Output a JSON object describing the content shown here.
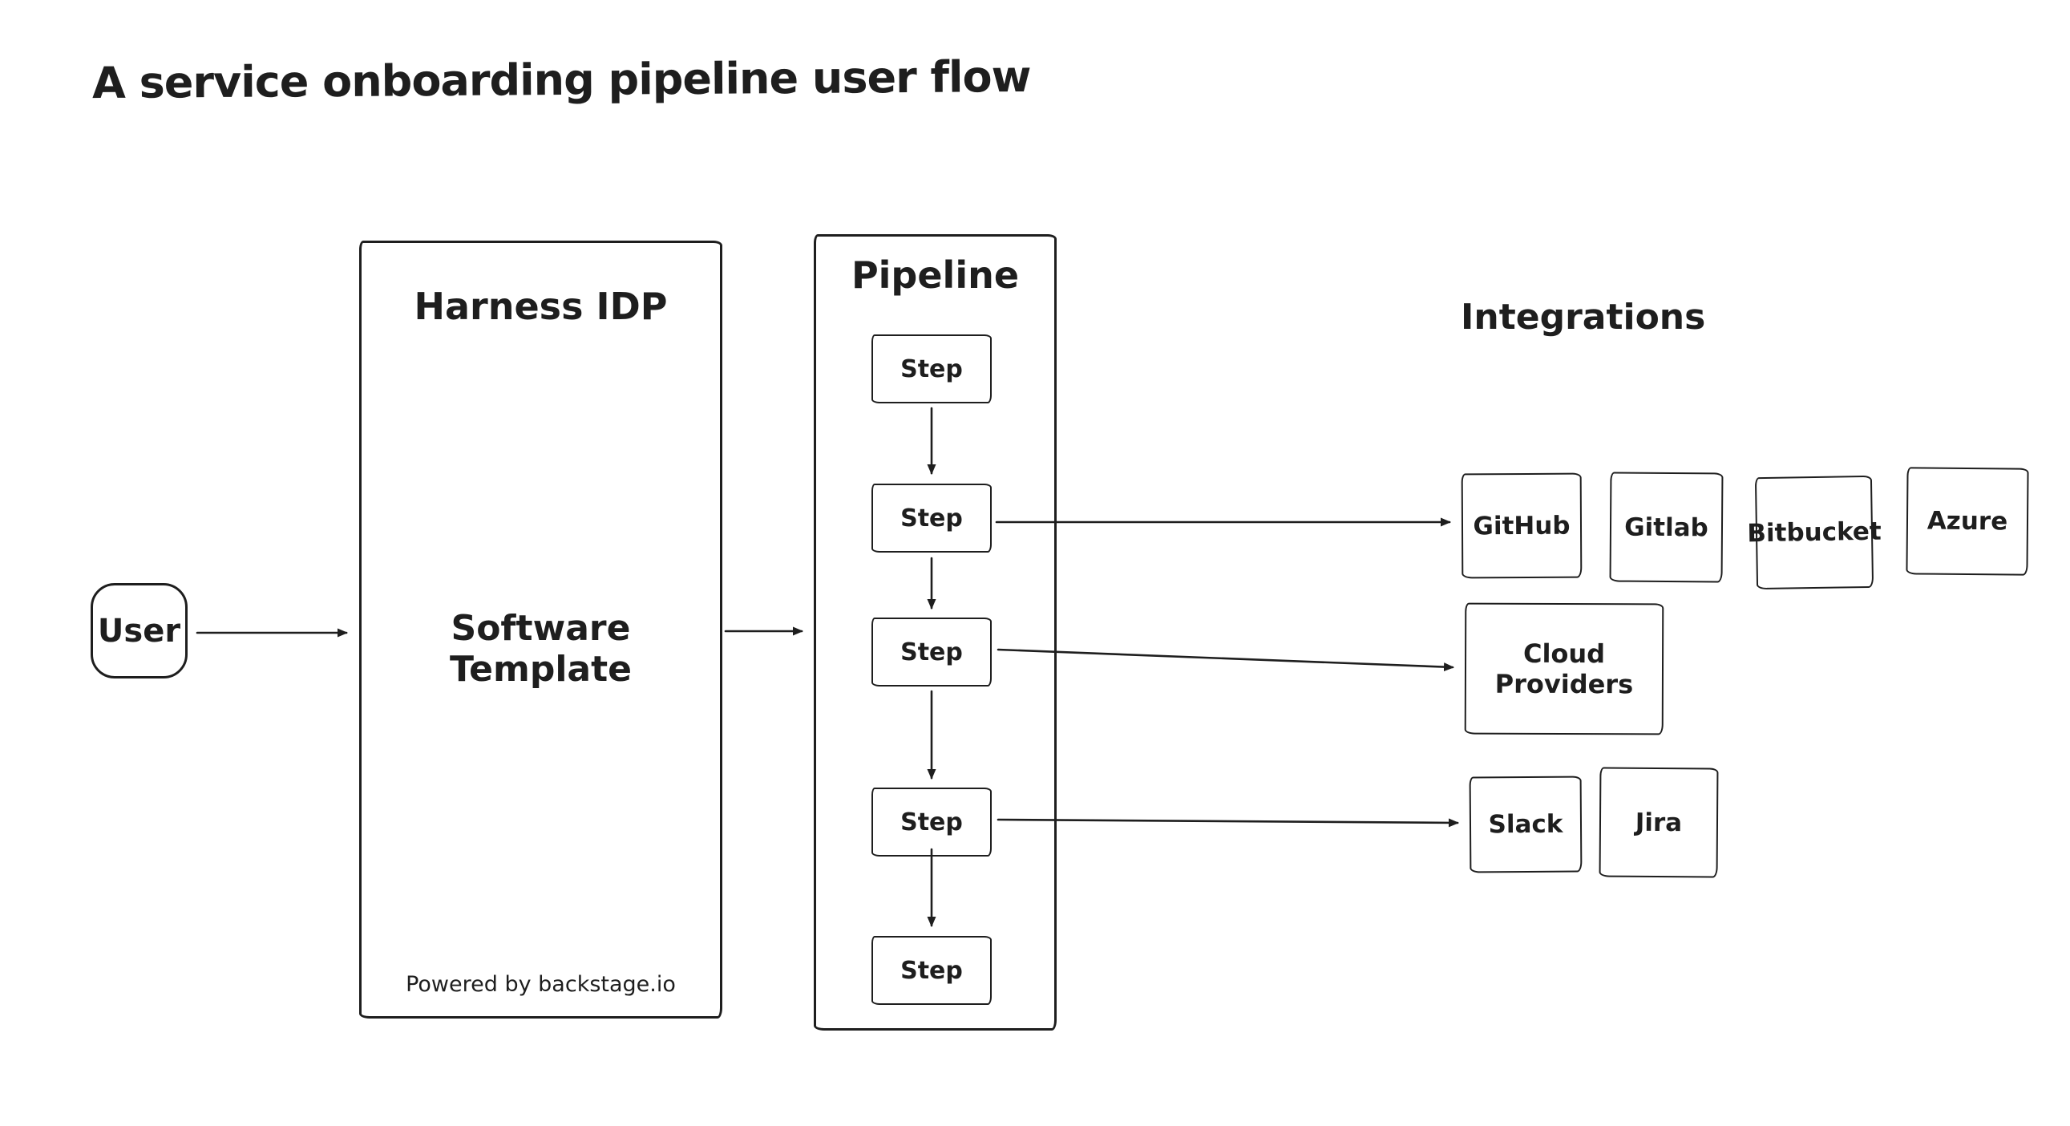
{
  "title": "A service onboarding pipeline user flow",
  "colors": {
    "stroke": "#1e1e1e",
    "background": "#ffffff"
  },
  "user": {
    "label": "User"
  },
  "harness": {
    "title": "Harness IDP",
    "body": "Software Template",
    "footer": "Powered by backstage.io"
  },
  "pipeline": {
    "title": "Pipeline",
    "steps": [
      "Step",
      "Step",
      "Step",
      "Step",
      "Step"
    ]
  },
  "integrations": {
    "heading": "Integrations",
    "source_control": [
      "GitHub",
      "Gitlab",
      "Bitbucket",
      "Azure"
    ],
    "cloud": [
      "Cloud Providers"
    ],
    "collaboration": [
      "Slack",
      "Jira"
    ]
  }
}
